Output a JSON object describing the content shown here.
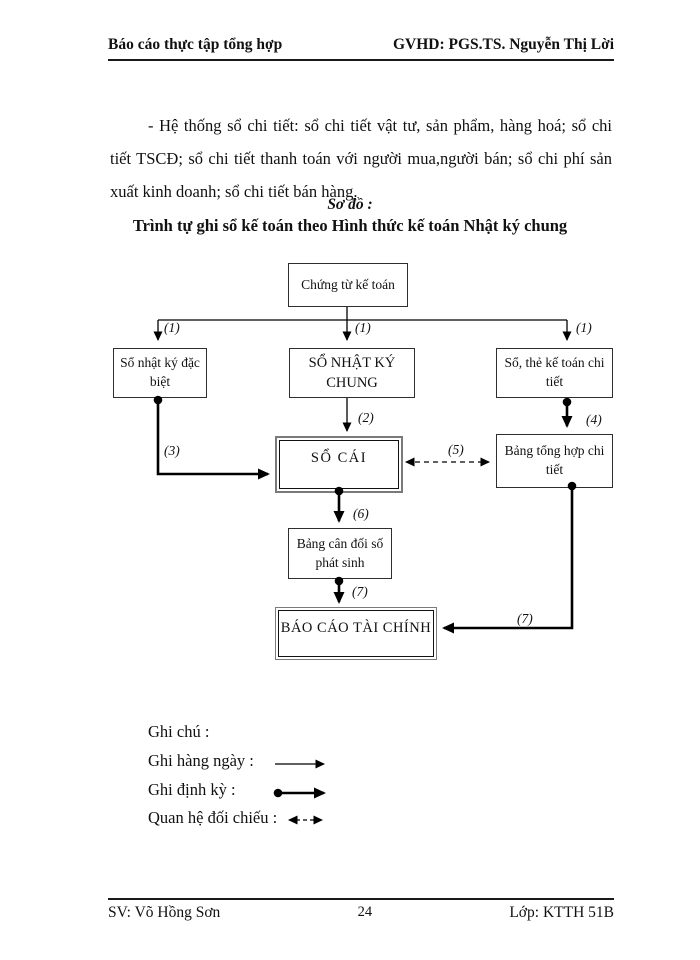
{
  "header": {
    "left": "Báo cáo thực tập tổng hợp",
    "right": "GVHD: PGS.TS. Nguyễn Thị Lời"
  },
  "paragraph": {
    "text": "- Hệ thống sổ chi tiết:  sổ chi tiết vật tư, sản phẩm, hàng hoá; sổ chi tiết TSCĐ; sổ chi tiết thanh toán với người mua,người bán; sổ chi phí sản xuất kinh doanh; sổ chi tiết bán hàng."
  },
  "diagram": {
    "caption": "Sơ đồ :",
    "title": "Trình tự ghi sổ kế toán theo Hình thức kế toán Nhật ký chung",
    "boxes": {
      "chung_tu": "Chứng từ kế toán",
      "nhat_ky_dac_biet": "Sổ nhật ký đặc biệt",
      "nhat_ky_chung": "SỔ NHẬT KÝ CHUNG",
      "so_the_ke_toan": "Sổ, thẻ kế toán chi tiết",
      "so_cai": "SỔ CÁI",
      "bang_tong_hop": "Bảng tổng hợp chi tiết",
      "bang_can_doi": "Bảng cân đối số phát sinh",
      "bao_cao_tai_chinh": "BÁO CÁO TÀI CHÍNH"
    },
    "step_labels": {
      "s1a": "(1)",
      "s1b": "(1)",
      "s1c": "(1)",
      "s2": "(2)",
      "s3": "(3)",
      "s4": "(4)",
      "s5": "(5)",
      "s6": "(6)",
      "s7a": "(7)",
      "s7b": "(7)"
    }
  },
  "legend": {
    "heading": "Ghi chú :",
    "daily": "Ghi hàng ngày :",
    "periodic": "Ghi định kỳ :",
    "reconciliation": "Quan hệ đối chiếu :"
  },
  "footer": {
    "student": "SV: Võ Hồng Sơn",
    "page_number": "24",
    "class": "Lớp: KTTH 51B"
  },
  "colors": {
    "ink": "#111111",
    "paper": "#ffffff"
  }
}
